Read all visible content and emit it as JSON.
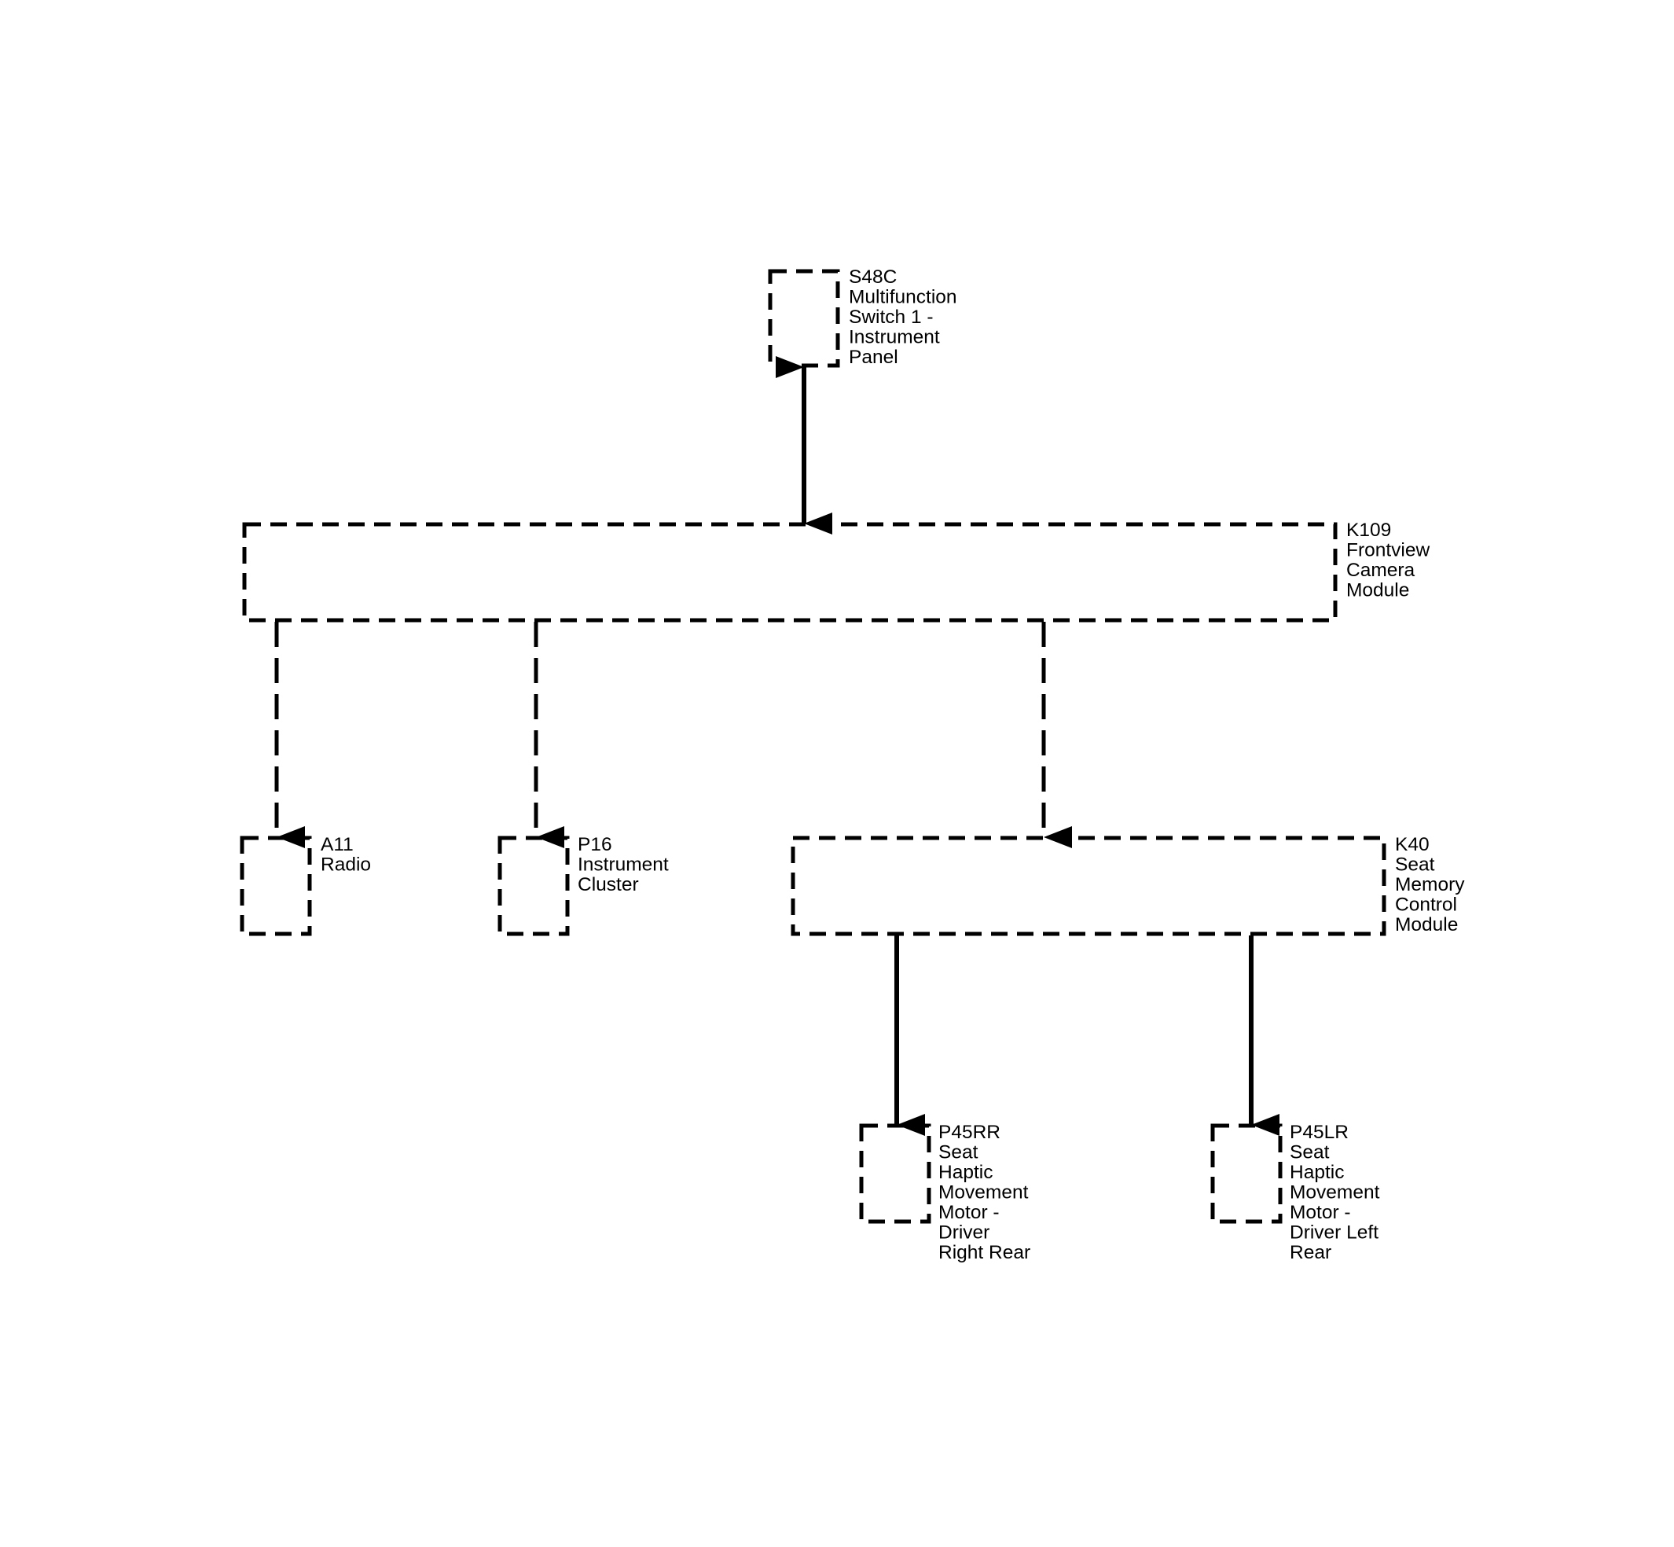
{
  "diagram": {
    "colors": {
      "line": "#000000",
      "background": "#ffffff"
    },
    "components": [
      {
        "id": "S48C",
        "lines": [
          "S48C",
          "Multifunction",
          "Switch 1 -",
          "Instrument",
          "Panel"
        ]
      },
      {
        "id": "K109",
        "lines": [
          "K109",
          "Frontview",
          "Camera",
          "Module"
        ]
      },
      {
        "id": "A11",
        "lines": [
          "A11",
          "Radio"
        ]
      },
      {
        "id": "P16",
        "lines": [
          "P16",
          "Instrument",
          "Cluster"
        ]
      },
      {
        "id": "K40",
        "lines": [
          "K40",
          "Seat",
          "Memory",
          "Control",
          "Module"
        ]
      },
      {
        "id": "P45RR",
        "lines": [
          "P45RR",
          "Seat",
          "Haptic",
          "Movement",
          "Motor -",
          "Driver",
          "Right Rear"
        ]
      },
      {
        "id": "P45LR",
        "lines": [
          "P45LR",
          "Seat",
          "Haptic",
          "Movement",
          "Motor -",
          "Driver Left",
          "Rear"
        ]
      }
    ],
    "connections": [
      {
        "from": "S48C",
        "to": "K109",
        "style": "solid",
        "direction": "bidirectional"
      },
      {
        "from": "K109",
        "to": "A11",
        "style": "dashed",
        "direction": "forward"
      },
      {
        "from": "K109",
        "to": "P16",
        "style": "dashed",
        "direction": "forward"
      },
      {
        "from": "K109",
        "to": "K40",
        "style": "dashed",
        "direction": "forward"
      },
      {
        "from": "K40",
        "to": "P45RR",
        "style": "solid",
        "direction": "forward"
      },
      {
        "from": "K40",
        "to": "P45LR",
        "style": "solid",
        "direction": "forward"
      }
    ]
  }
}
